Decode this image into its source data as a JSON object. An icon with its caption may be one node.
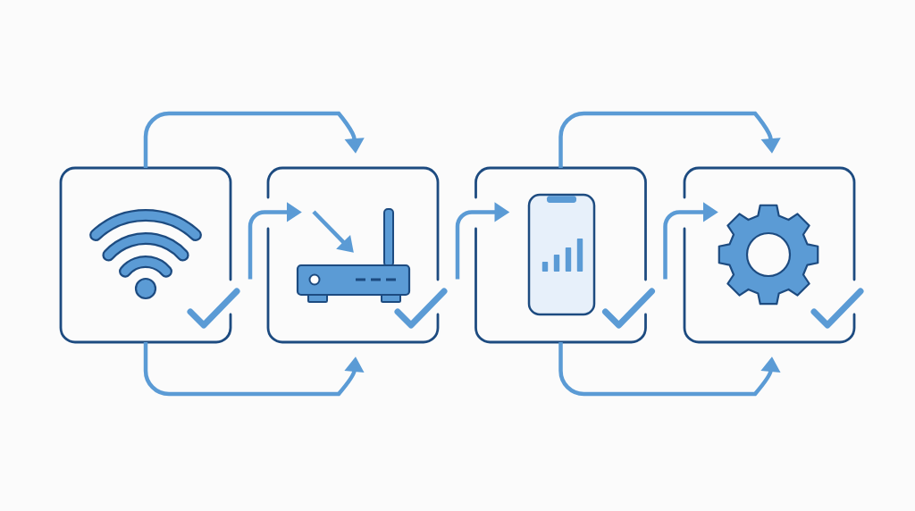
{
  "diagram": {
    "nodes": [
      {
        "text": [],
        "shape": "box"
      },
      {
        "text": [],
        "shape": "box"
      },
      {
        "text": [],
        "shape": "box"
      },
      {
        "text": [],
        "shape": "box"
      }
    ],
    "edges": [
      {
        "from": 0,
        "to": 1,
        "arrow": "to"
      },
      {
        "from": 0,
        "to": 1,
        "arrow": "to"
      },
      {
        "from": 0,
        "to": 1,
        "arrow": "to"
      },
      {
        "from": 1,
        "to": 2,
        "arrow": "to"
      },
      {
        "from": 2,
        "to": 3,
        "arrow": "to"
      },
      {
        "from": 2,
        "to": 3,
        "arrow": "to"
      },
      {
        "from": 2,
        "to": 3,
        "arrow": "to"
      }
    ]
  }
}
